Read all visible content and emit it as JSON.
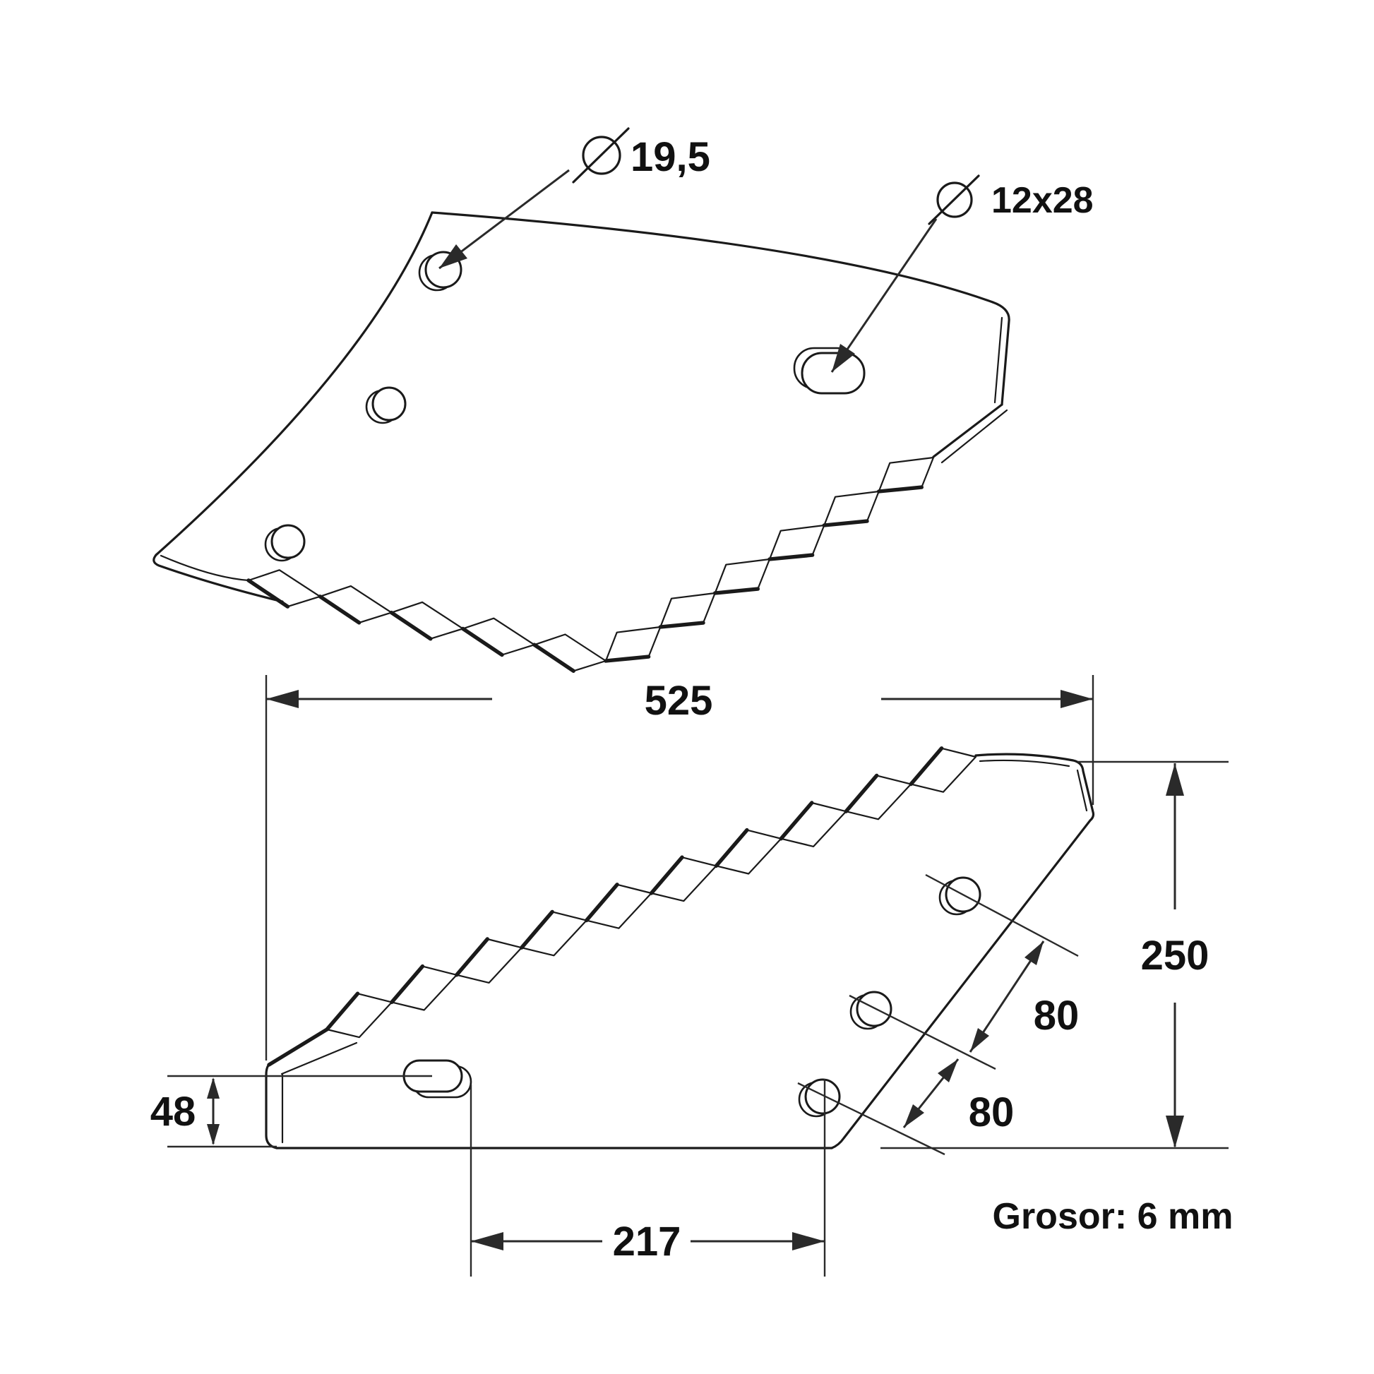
{
  "labels": {
    "hole_diameter": "19,5",
    "slot_size": "12x28"
  },
  "dimensions": {
    "overall_width": "525",
    "overall_height": "250",
    "hole_spacing_upper": "80",
    "hole_spacing_lower": "80",
    "base_height": "48",
    "slot_to_hole": "217"
  },
  "note_thickness": "Grosor: 6 mm",
  "icons": {
    "diameter_symbol": "circle-with-slash"
  },
  "colors": {
    "ink": "#1a1a1a",
    "paper": "#ffffff"
  }
}
